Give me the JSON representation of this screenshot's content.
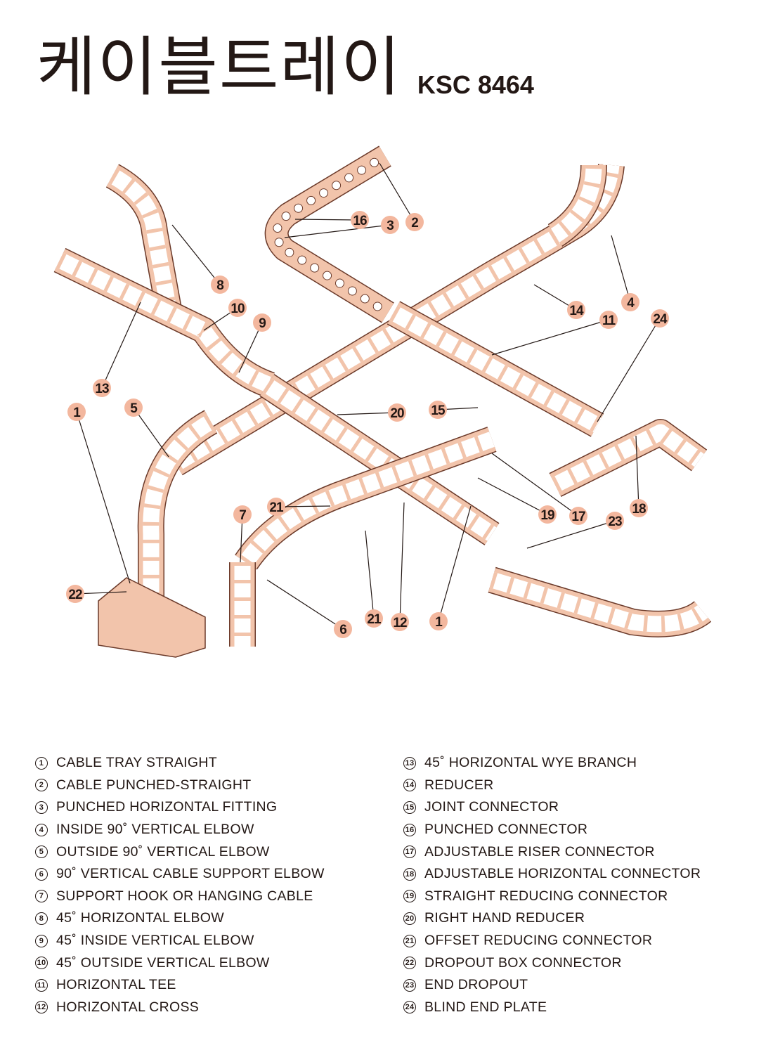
{
  "title": "케이블트레이",
  "standard": "KSC 8464",
  "colors": {
    "tray": "#f2c4ab",
    "outline": "#6b3a2a",
    "badge": "#f3b79e",
    "text": "#231815"
  },
  "callouts": [
    "16",
    "3",
    "2",
    "8",
    "10",
    "9",
    "14",
    "4",
    "11",
    "24",
    "13",
    "1",
    "5",
    "20",
    "15",
    "7",
    "21",
    "19",
    "17",
    "23",
    "18",
    "22",
    "6",
    "21",
    "12",
    "1"
  ],
  "legend_left": [
    {
      "num": "1",
      "label": "CABLE TRAY STRAIGHT"
    },
    {
      "num": "2",
      "label": "CABLE PUNCHED-STRAIGHT"
    },
    {
      "num": "3",
      "label": "PUNCHED HORIZONTAL FITTING"
    },
    {
      "num": "4",
      "label": "INSIDE 90˚ VERTICAL ELBOW"
    },
    {
      "num": "5",
      "label": "OUTSIDE 90˚ VERTICAL ELBOW"
    },
    {
      "num": "6",
      "label": "90˚ VERTICAL CABLE SUPPORT ELBOW"
    },
    {
      "num": "7",
      "label": "SUPPORT HOOK OR HANGING CABLE"
    },
    {
      "num": "8",
      "label": "45˚ HORIZONTAL ELBOW"
    },
    {
      "num": "9",
      "label": "45˚ INSIDE VERTICAL ELBOW"
    },
    {
      "num": "10",
      "label": "45˚ OUTSIDE VERTICAL ELBOW"
    },
    {
      "num": "11",
      "label": "HORIZONTAL TEE"
    },
    {
      "num": "12",
      "label": "HORIZONTAL CROSS"
    }
  ],
  "legend_right": [
    {
      "num": "13",
      "label": "45˚ HORIZONTAL WYE BRANCH"
    },
    {
      "num": "14",
      "label": "REDUCER"
    },
    {
      "num": "15",
      "label": "JOINT CONNECTOR"
    },
    {
      "num": "16",
      "label": "PUNCHED CONNECTOR"
    },
    {
      "num": "17",
      "label": "ADJUSTABLE RISER CONNECTOR"
    },
    {
      "num": "18",
      "label": "ADJUSTABLE HORIZONTAL CONNECTOR"
    },
    {
      "num": "19",
      "label": "STRAIGHT REDUCING CONNECTOR"
    },
    {
      "num": "20",
      "label": "RIGHT HAND REDUCER"
    },
    {
      "num": "21",
      "label": "OFFSET REDUCING CONNECTOR"
    },
    {
      "num": "22",
      "label": "DROPOUT BOX CONNECTOR"
    },
    {
      "num": "23",
      "label": "END DROPOUT"
    },
    {
      "num": "24",
      "label": "BLIND END PLATE"
    }
  ]
}
